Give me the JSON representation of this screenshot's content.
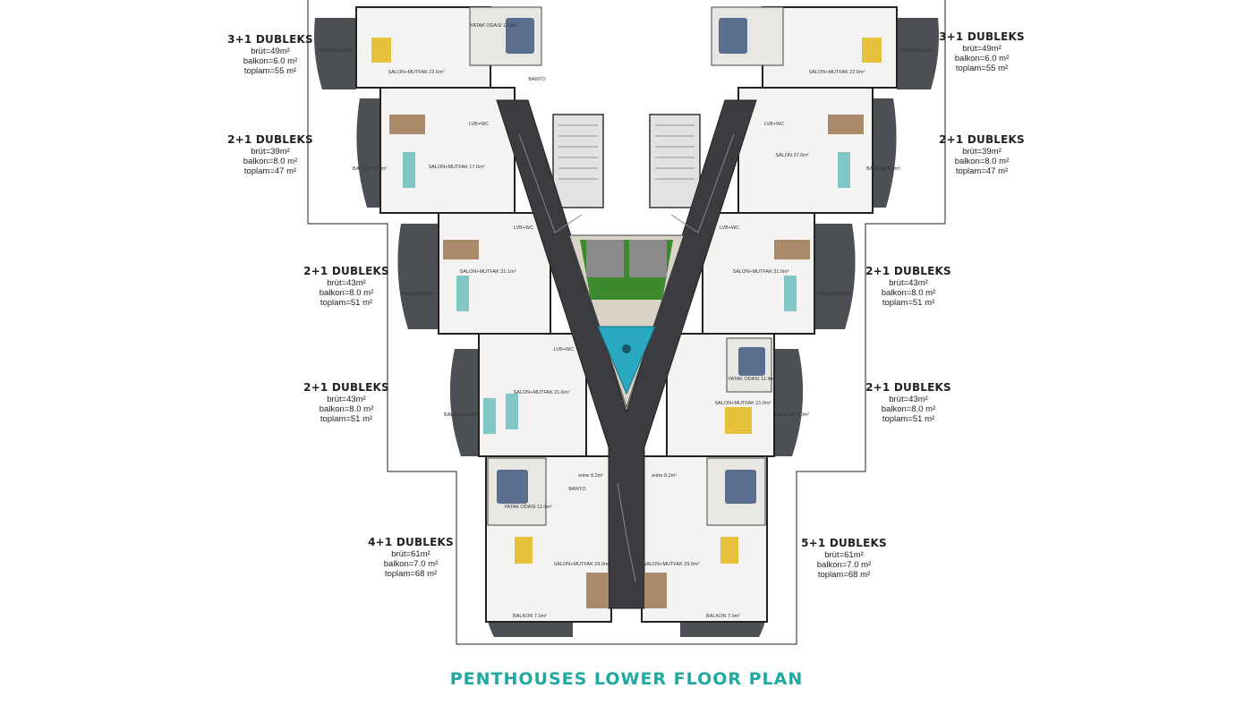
{
  "title": "PENTHOUSES LOWER FLOOR PLAN",
  "colors": {
    "title": "#1fa9a1",
    "corridor": "#3a3c40",
    "balcony": "#4a4d52",
    "pool": "#2aa8c0",
    "garden": "#3d8a2e",
    "stairs": "#e6e6e6"
  },
  "units": [
    {
      "title": "3+1 DUBLEKS",
      "brut": "brüt=49m²",
      "balkon": "balkon=6.0 m²",
      "toplam": "toplam=55 m²"
    },
    {
      "title": "2+1 DUBLEKS",
      "brut": "brüt=39m²",
      "balkon": "balkon=8.0 m²",
      "toplam": "toplam=47 m²"
    },
    {
      "title": "2+1 DUBLEKS",
      "brut": "brüt=43m²",
      "balkon": "balkon=8.0 m²",
      "toplam": "toplam=51 m²"
    },
    {
      "title": "2+1 DUBLEKS",
      "brut": "brüt=43m²",
      "balkon": "balkon=8.0 m²",
      "toplam": "toplam=51 m²"
    },
    {
      "title": "4+1 DUBLEKS",
      "brut": "brüt=61m²",
      "balkon": "balkon=7.0 m²",
      "toplam": "toplam=68 m²"
    },
    {
      "title": "3+1 DUBLEKS",
      "brut": "brüt=49m²",
      "balkon": "balkon=6.0 m²",
      "toplam": "toplam=55 m²"
    },
    {
      "title": "2+1 DUBLEKS",
      "brut": "brüt=39m²",
      "balkon": "balkon=8.0 m²",
      "toplam": "toplam=47 m²"
    },
    {
      "title": "2+1 DUBLEKS",
      "brut": "brüt=43m²",
      "balkon": "balkon=8.0 m²",
      "toplam": "toplam=51 m²"
    },
    {
      "title": "2+1 DUBLEKS",
      "brut": "brüt=43m²",
      "balkon": "balkon=8.0 m²",
      "toplam": "toplam=51 m²"
    },
    {
      "title": "5+1 DUBLEKS",
      "brut": "brüt=61m²",
      "balkon": "balkon=7.0 m²",
      "toplam": "toplam=68 m²"
    }
  ],
  "room_labels": {
    "balkon_6": "BALKON 6.0m²",
    "balkon_8": "BALKON 8.0m²",
    "balkon_7": "BALKON 7.0m²",
    "salon_226": "SALON+MUTFAK 22.6m²",
    "salon_170": "SALON+MUTFAK 17.0m²",
    "salon_311": "SALON+MUTFAK 31.1m²",
    "salon_310": "SALON+MUTFAK 31.0m²",
    "salon_316": "SALON+MUTFAK 31.6m²",
    "salon_210": "SALON+MUTFAK 21.0m²",
    "salon_290": "SALON+MUTFAK 29.0m²",
    "salon_270": "SALON 27.0m²",
    "yatak_120": "YATAK ODASI 12.0m²",
    "yatak_114": "YATAK ODASI 11.4m²",
    "yatak_110": "YATAK ODASI 11.0m²",
    "banyo": "BANYO",
    "lvb_wc": "LVB+WC",
    "entre_82": "entre 8.2m²"
  }
}
